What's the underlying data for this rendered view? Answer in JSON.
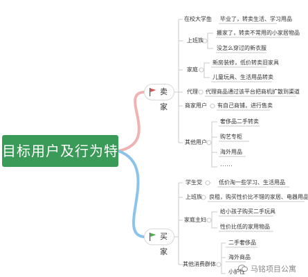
{
  "root": "目标用户及行为特征",
  "colors": {
    "root": "#3a9a57",
    "seller_line": "#f0b3b3",
    "buyer_line": "#8cc3ea",
    "sub_line": "#c9c9c9",
    "seller_flag": "#d9534f",
    "buyer_flag": "#4cae4c"
  },
  "seller": {
    "label": "卖家",
    "icon": "red-flag-icon",
    "groups": [
      {
        "label": "在校大学生",
        "items": [
          "毕业了，转卖生活、学习用品"
        ]
      },
      {
        "label": "上班族",
        "items": [
          "搬家了，转卖不常用的小家居物品",
          "没怎么穿过的新衣服"
        ]
      },
      {
        "label": "家庭",
        "items": [
          "新房装修，低价转卖旧家具",
          "儿童玩具、生活用品转卖"
        ]
      },
      {
        "label": "代理",
        "items": [
          "代理商品通过该平台把商机扩散到渠道"
        ]
      },
      {
        "label": "商家用户",
        "items": [
          "有自己商铺，进行售卖"
        ]
      },
      {
        "label": "其他用户",
        "items": [
          "奢侈品二手转卖",
          "购艺专柜",
          "海外用品"
        ]
      }
    ]
  },
  "buyer": {
    "label": "买家",
    "icon": "green-flag-icon",
    "groups": [
      {
        "label": "学生党",
        "items": [
          "低价淘一些学习、生活用品"
        ]
      },
      {
        "label": "上班族",
        "items": [
          "良租，购买性价比不错的家居、电器用品"
        ]
      },
      {
        "label": "家庭主妇",
        "items": [
          "给小孩子购买二手玩具",
          "性价比低的家用物品"
        ]
      },
      {
        "label": "其他消费群体",
        "items": [
          "二手奢侈品",
          "海外商品",
          "小护性"
        ]
      }
    ]
  },
  "ellipsis": "……",
  "watermark": "马铭项目公寓",
  "watermark_icon": "wechat-icon"
}
